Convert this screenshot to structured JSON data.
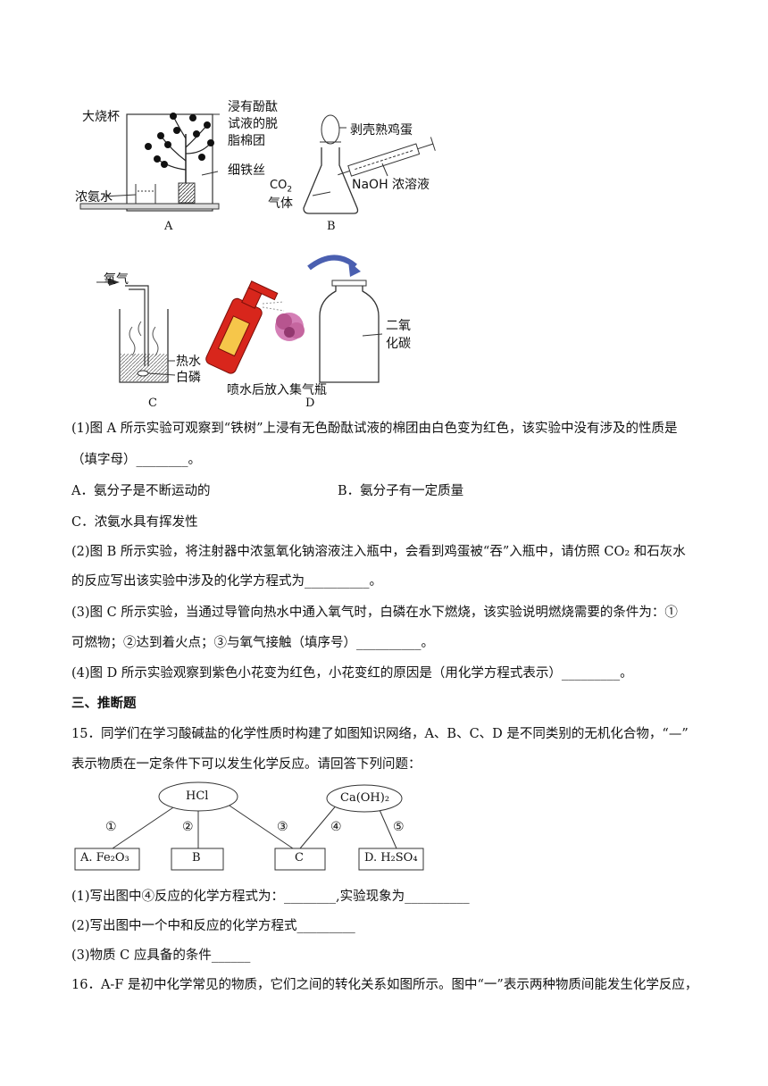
{
  "figures": {
    "A": {
      "caption": "A",
      "label_beaker_big": "大烧杯",
      "label_cotton_1": "浸有酚酞",
      "label_cotton_2": "试液的脱",
      "label_cotton_3": "脂棉团",
      "label_wire": "细铁丝",
      "label_ammonia": "浓氨水"
    },
    "B": {
      "caption": "B",
      "label_egg": "剥壳熟鸡蛋",
      "label_naoh": "NaOH 浓溶液",
      "label_co2_1": "CO",
      "label_co2_sub": "2",
      "label_co2_2": "气体"
    },
    "C": {
      "caption": "C",
      "label_oxygen": "氧气",
      "label_hotwater": "热水",
      "label_phosphorus": "白磷"
    },
    "D": {
      "caption": "D",
      "label_gas_1": "二氧",
      "label_gas_2": "化碳",
      "label_spray": "喷水后放入集气瓶"
    }
  },
  "questions": {
    "q14_1": "(1)图 A 所示实验可观察到“铁树”上浸有无色酚酞试液的棉团由白色变为红色，该实验中没有涉及的性质是",
    "q14_1b": "（填字母）________。",
    "q14_opt_a": "A．氨分子是不断运动的",
    "q14_opt_b": "B．氨分子有一定质量",
    "q14_opt_c": "C．浓氨水具有挥发性",
    "q14_2a": "(2)图 B 所示实验，将注射器中浓氢氧化钠溶液注入瓶中，会看到鸡蛋被“吞”入瓶中，请仿照 CO₂ 和石灰水",
    "q14_2b": "的反应写出该实验中涉及的化学方程式为__________。",
    "q14_3a": "(3)图 C 所示实验，当通过导管向热水中通入氧气时，白磷在水下燃烧，该实验说明燃烧需要的条件为：①",
    "q14_3b": "可燃物；②达到着火点；③与氧气接触（填序号）__________。",
    "q14_4": "(4)图 D 所示实验观察到紫色小花变为红色，小花变红的原因是（用化学方程式表示）_________。",
    "section3": "三、推断题",
    "q15_a": "15．同学们在学习酸碱盐的化学性质时构建了如图知识网络，A、B、C、D 是不同类别的无机化合物，“—”",
    "q15_b": "表示物质在一定条件下可以发生化学反应。请回答下列问题：",
    "q15_1": "(1)写出图中④反应的化学方程式为：________,实验现象为__________",
    "q15_2": "(2)写出图中一个中和反应的化学方程式_________",
    "q15_3": "(3)物质 C 应具备的条件______",
    "q16": "16．A-F 是初中化学常见的物质，它们之间的转化关系如图所示。图中“一”表示两种物质间能发生化学反应，"
  },
  "network": {
    "hcl": "HCl",
    "caoh2": "Ca(OH)₂",
    "n1": "①",
    "n2": "②",
    "n3": "③",
    "n4": "④",
    "n5": "⑤",
    "boxA": "A. Fe₂O₃",
    "boxB": "B",
    "boxC": "C",
    "boxD": "D. H₂SO₄"
  }
}
